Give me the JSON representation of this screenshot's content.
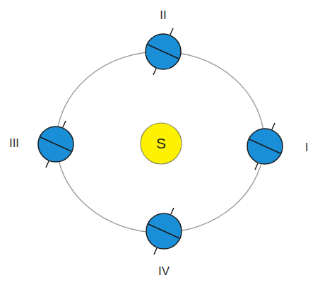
{
  "diagram": {
    "nodes": [
      {
        "text": [
          "S"
        ]
      }
    ],
    "labels": [
      "II",
      "III",
      "I",
      "IV"
    ]
  }
}
